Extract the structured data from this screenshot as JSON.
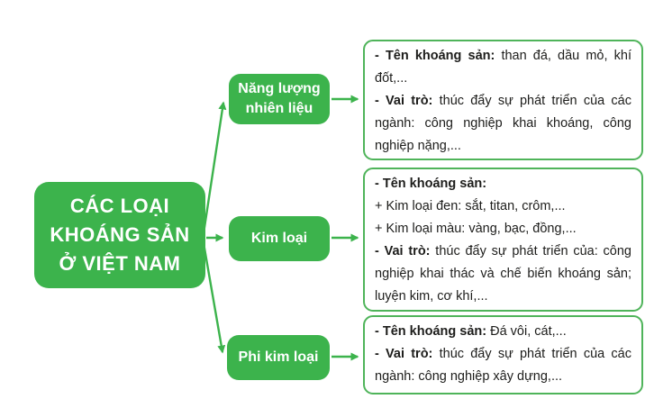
{
  "colors": {
    "green": "#3CB34C",
    "border": "#4FB45A",
    "ink": "#1d1d1b",
    "bg": "#ffffff"
  },
  "root": {
    "line1": "CÁC LOẠI",
    "line2": "KHOÁNG SẢN",
    "line3": "Ở VIỆT NAM"
  },
  "branches": [
    {
      "label": "Năng lượng\nnhiên liệu",
      "paragraphs": [
        {
          "label": "- Tên khoáng sản:",
          "text": " than đá, dầu mỏ, khí đốt,..."
        },
        {
          "label": "- Vai trò:",
          "text": " thúc đẩy sự phát triển của các ngành: công nghiệp khai khoáng, công nghiệp nặng,..."
        }
      ]
    },
    {
      "label": "Kim loại",
      "paragraphs": [
        {
          "label": "- Tên khoáng sản:",
          "text": ""
        },
        {
          "label": "",
          "text": "+ Kim loại đen: sắt, titan, crôm,..."
        },
        {
          "label": "",
          "text": "+ Kim loại màu: vàng, bạc, đồng,..."
        },
        {
          "label": "- Vai trò:",
          "text": " thúc đẩy sự phát triển của: công nghiệp khai thác và chế biến khoáng sản; luyện kim, cơ khí,..."
        }
      ]
    },
    {
      "label": "Phi kim loại",
      "paragraphs": [
        {
          "label": "- Tên khoáng sản:",
          "text": " Đá vôi, cát,..."
        },
        {
          "label": "- Vai trò:",
          "text": " thúc đẩy sự phát triển của các ngành: công nghiệp xây dựng,..."
        }
      ]
    }
  ]
}
